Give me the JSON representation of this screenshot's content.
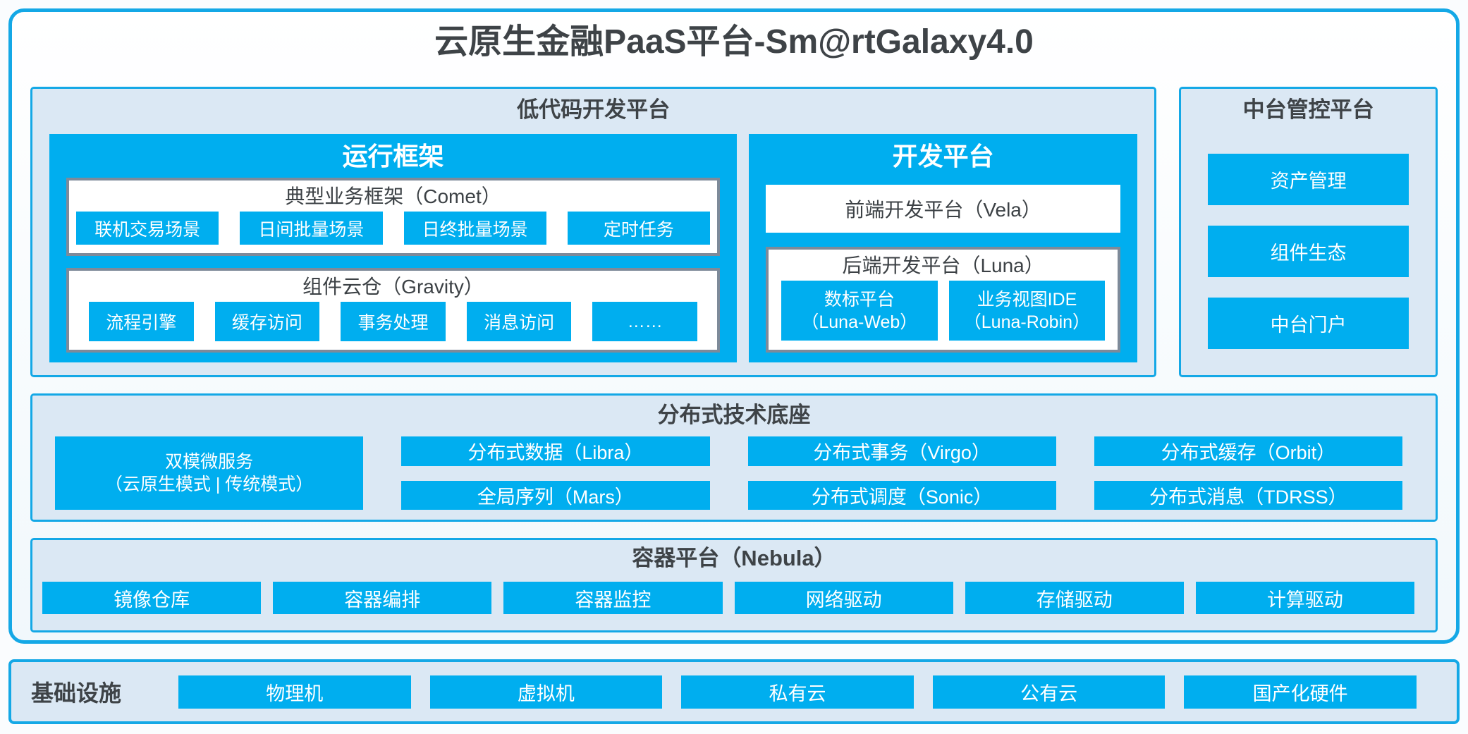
{
  "page_title": "云原生金融PaaS平台-Sm@rtGalaxy4.0",
  "colors": {
    "accent_blue": "#00AEEF",
    "border_blue": "#14A8E6",
    "panel_bg": "#DBE8F4",
    "gray_border": "#7E8A99",
    "dark_text": "#3C4145"
  },
  "low_code_platform": {
    "title": "低代码开发平台",
    "runtime_framework": {
      "title": "运行框架",
      "comet": {
        "title": "典型业务框架（Comet）",
        "items": [
          "联机交易场景",
          "日间批量场景",
          "日终批量场景",
          "定时任务"
        ]
      },
      "gravity": {
        "title": "组件云仓（Gravity）",
        "items": [
          "流程引擎",
          "缓存访问",
          "事务处理",
          "消息访问",
          "……"
        ]
      }
    },
    "dev_platform": {
      "title": "开发平台",
      "vela": {
        "title": "前端开发平台（Vela）"
      },
      "luna": {
        "title": "后端开发平台（Luna）",
        "items": [
          {
            "line1": "数标平台",
            "line2": "（Luna-Web）"
          },
          {
            "line1": "业务视图IDE",
            "line2": "（Luna-Robin）"
          }
        ]
      }
    }
  },
  "mid_platform": {
    "title": "中台管控平台",
    "items": [
      "资产管理",
      "组件生态",
      "中台门户"
    ]
  },
  "distributed_base": {
    "title": "分布式技术底座",
    "dual_mode": {
      "line1": "双模微服务",
      "line2": "（云原生模式 | 传统模式）"
    },
    "row1": [
      "分布式数据（Libra）",
      "分布式事务（Virgo）",
      "分布式缓存（Orbit）"
    ],
    "row2": [
      "全局序列（Mars）",
      "分布式调度（Sonic）",
      "分布式消息（TDRSS）"
    ]
  },
  "container_platform": {
    "title": "容器平台（Nebula）",
    "items": [
      "镜像仓库",
      "容器编排",
      "容器监控",
      "网络驱动",
      "存储驱动",
      "计算驱动"
    ]
  },
  "infrastructure": {
    "title": "基础设施",
    "items": [
      "物理机",
      "虚拟机",
      "私有云",
      "公有云",
      "国产化硬件"
    ]
  }
}
